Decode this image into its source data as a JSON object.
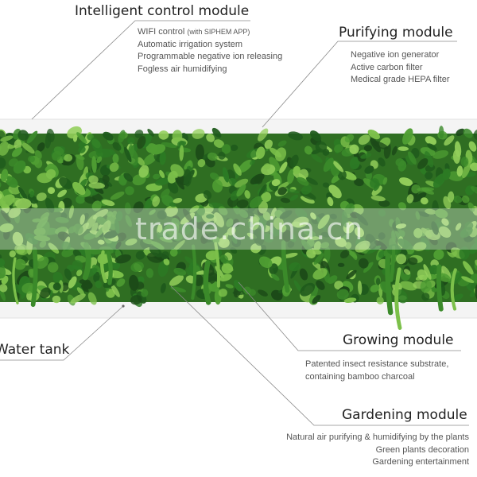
{
  "modules": {
    "control": {
      "title": "Intelligent control module",
      "features": [
        "WIFI control",
        "Automatic irrigation system",
        "Programmable negative ion releasing",
        "Fogless air humidifying"
      ],
      "wifi_note": "(with SIPHEM APP)"
    },
    "purifying": {
      "title": "Purifying module",
      "features": [
        "Negative ion generator",
        "Active carbon filter",
        "Medical grade HEPA filter"
      ]
    },
    "water": {
      "title": "Water tank"
    },
    "growing": {
      "title": "Growing module",
      "features": [
        "Patented insect resistance substrate,",
        "containing bamboo charcoal"
      ]
    },
    "gardening": {
      "title": "Gardening module",
      "features": [
        "Natural air purifying & humidifying by the plants",
        "Green plants decoration",
        "Gardening entertainment"
      ]
    }
  },
  "watermark": "trade.china.cn",
  "colors": {
    "leaf_dark": "#1f5a1c",
    "leaf_mid": "#3b8a2a",
    "leaf_light": "#7cc04a",
    "frame": "#f2f2f2",
    "line": "#7a7a7a"
  }
}
